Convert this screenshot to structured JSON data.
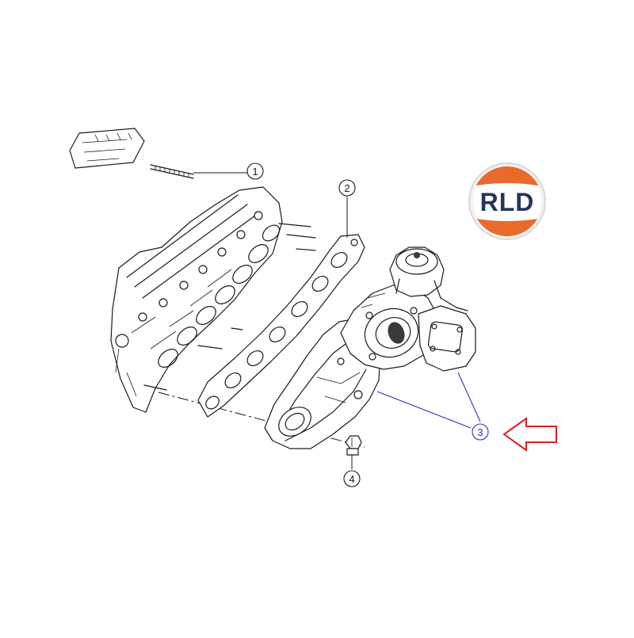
{
  "logo": {
    "text": "RLD",
    "colors": {
      "top": "#e96a2b",
      "band": "#ffffff",
      "bottom": "#e96a2b",
      "text": "#22375e",
      "ring": "#d9d9d9"
    }
  },
  "callouts": [
    {
      "id": "1",
      "label": "1",
      "color": "#1a1a1a"
    },
    {
      "id": "2",
      "label": "2",
      "color": "#1a1a1a"
    },
    {
      "id": "3",
      "label": "3",
      "color": "#2a35b8"
    },
    {
      "id": "4",
      "label": "4",
      "color": "#1a1a1a"
    }
  ],
  "pointer": {
    "icon": "arrow-left-outline-icon",
    "color": "#e0201e"
  },
  "parts": {
    "cylinder_head": "cylinder-head",
    "gasket": "intake-manifold-gasket",
    "manifold": "intake-manifold-with-throttle-body",
    "nut": "nut",
    "stud": "stud"
  }
}
